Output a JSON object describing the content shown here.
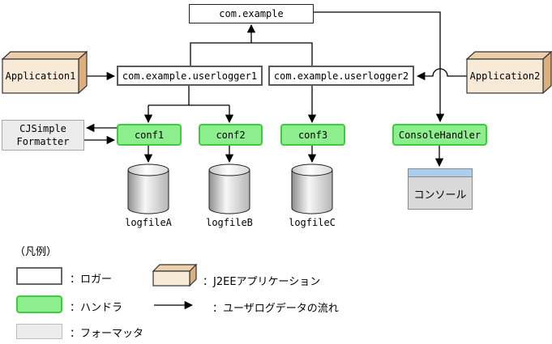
{
  "diagram": {
    "root_logger": "com.example",
    "user_logger1": "com.example.userlogger1",
    "user_logger2": "com.example.userlogger2",
    "application1": "Application1",
    "application2": "Application2",
    "formatter": {
      "line1": "CJSimple",
      "line2": "Formatter"
    },
    "handlers": [
      "conf1",
      "conf2",
      "conf3"
    ],
    "console_handler": "ConsoleHandler",
    "console_label": "コンソール",
    "logfiles": [
      "logfileA",
      "logfileB",
      "logfileC"
    ]
  },
  "legend": {
    "title": "（凡例）",
    "logger_label": "：ロガー",
    "handler_label": "：ハンドラ",
    "formatter_label": "：フォーマッタ",
    "j2ee_label": "：J2EEアプリケーション",
    "flow_label": "：ユーザログデータの流れ"
  },
  "colors": {
    "handler_fill": "#8cee8c",
    "handler_border": "#3ecb3e",
    "formatter_fill": "#ececec",
    "app_front": "#f7ead6",
    "app_top": "#ecd0ab",
    "app_side": "#ddae7e",
    "console_titlebar": "#abceef",
    "console_body": "#d9d9d9",
    "line_color": "#000000"
  }
}
